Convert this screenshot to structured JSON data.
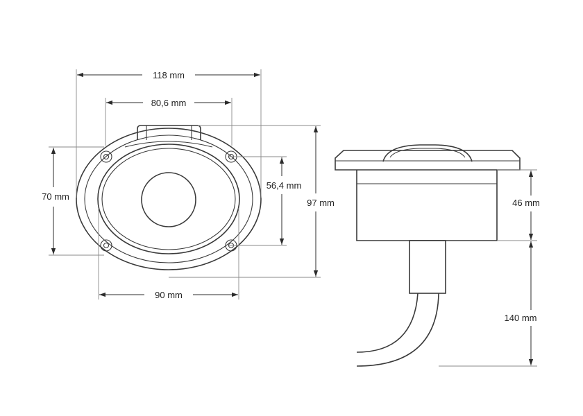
{
  "dimensions": {
    "overall_width": "118 mm",
    "inner_width": "80,6 mm",
    "hole_spacing_h": "90 mm",
    "hole_spacing_v": "70 mm",
    "inner_height": "56,4 mm",
    "overall_height": "97 mm",
    "body_height": "46 mm",
    "cable_length": "140 mm"
  },
  "colors": {
    "line": "#3a3a3a",
    "background": "#ffffff"
  }
}
